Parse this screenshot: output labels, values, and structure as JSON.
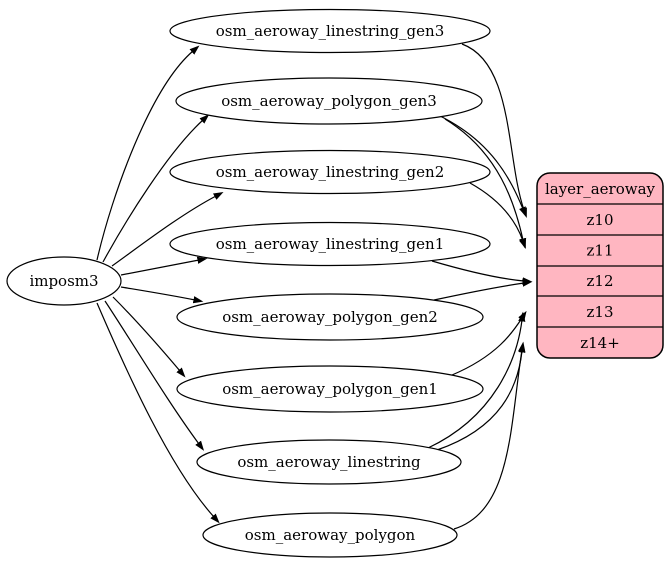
{
  "diagram": {
    "kind": "etl-graph",
    "source": {
      "label": "imposm3"
    },
    "tables": [
      {
        "label": "osm_aeroway_linestring_gen3"
      },
      {
        "label": "osm_aeroway_polygon_gen3"
      },
      {
        "label": "osm_aeroway_linestring_gen2"
      },
      {
        "label": "osm_aeroway_linestring_gen1"
      },
      {
        "label": "osm_aeroway_polygon_gen2"
      },
      {
        "label": "osm_aeroway_polygon_gen1"
      },
      {
        "label": "osm_aeroway_linestring"
      },
      {
        "label": "osm_aeroway_polygon"
      }
    ],
    "layer": {
      "title": "layer_aeroway",
      "zoom_rows": [
        "z10",
        "z11",
        "z12",
        "z13",
        "z14+"
      ]
    },
    "edges": {
      "from_source_to": [
        "osm_aeroway_linestring_gen3",
        "osm_aeroway_polygon_gen3",
        "osm_aeroway_linestring_gen2",
        "osm_aeroway_linestring_gen1",
        "osm_aeroway_polygon_gen2",
        "osm_aeroway_polygon_gen1",
        "osm_aeroway_linestring",
        "osm_aeroway_polygon"
      ],
      "table_to_layer": [
        {
          "from": "osm_aeroway_linestring_gen3",
          "to": "z10"
        },
        {
          "from": "osm_aeroway_polygon_gen3",
          "to": "z10"
        },
        {
          "from": "osm_aeroway_polygon_gen3",
          "to": "z11"
        },
        {
          "from": "osm_aeroway_linestring_gen2",
          "to": "z11"
        },
        {
          "from": "osm_aeroway_linestring_gen1",
          "to": "z12"
        },
        {
          "from": "osm_aeroway_polygon_gen2",
          "to": "z12"
        },
        {
          "from": "osm_aeroway_polygon_gen1",
          "to": "z13"
        },
        {
          "from": "osm_aeroway_linestring",
          "to": "z13"
        },
        {
          "from": "osm_aeroway_linestring",
          "to": "z14+"
        },
        {
          "from": "osm_aeroway_polygon",
          "to": "z14+"
        }
      ]
    },
    "colors": {
      "layer_fill": "#ffb6c1",
      "table_fill": "#ffffff",
      "stroke": "#000000",
      "text": "#000000",
      "background": "#ffffff"
    }
  }
}
